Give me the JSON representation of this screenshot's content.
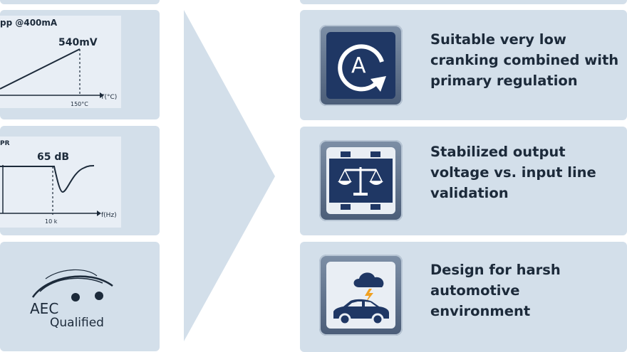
{
  "left_charts": {
    "dropout": {
      "ylabel": "pp @400mA",
      "value_label": "540mV",
      "xlabel": "T(°C)",
      "tick": "150°C"
    },
    "psrr": {
      "ylabel": "PR",
      "value_label": "65 dB",
      "xlabel": "f(Hz)",
      "tick": "10 k"
    }
  },
  "aec": {
    "line1": "AEC",
    "line2": "Qualified"
  },
  "features": [
    {
      "text": "Suitable very low\ncranking combined with\nprimary regulation",
      "icon": "auto-restart-icon"
    },
    {
      "text": "Stabilized output\nvoltage vs. input line\nvalidation",
      "icon": "balance-scale-chip-icon"
    },
    {
      "text": "Design for harsh\nautomotive\nenvironment",
      "icon": "storm-car-icon"
    }
  ],
  "colors": {
    "panel": "#d3dfea",
    "icon_dark": "#1f3764",
    "text": "#1c2a3a"
  }
}
